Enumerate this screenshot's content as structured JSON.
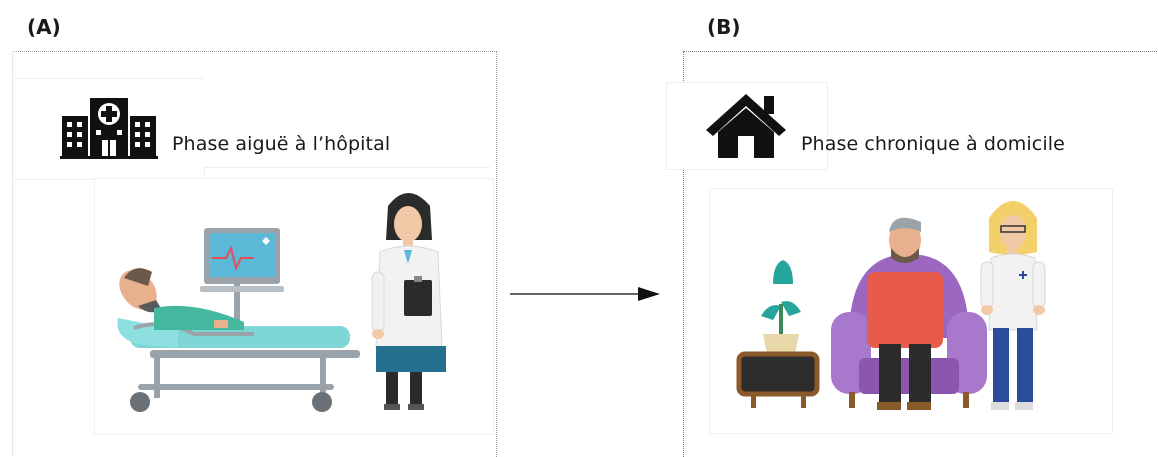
{
  "panels": {
    "a": {
      "letter": "(A)",
      "title": "Phase aiguë à l’hôpital",
      "icon": "hospital-icon"
    },
    "b": {
      "letter": "(B)",
      "title": "Phase chronique à domicile",
      "icon": "house-icon"
    }
  },
  "colors": {
    "icon": "#111111",
    "bed": "#7fd6d6",
    "monitor": "#5bb8d6",
    "coat": "#f2f2f2",
    "armchair": "#9b67c0",
    "shirt": "#e85a4a",
    "nurse_pants": "#2a4c9a",
    "plant": "#26a69a",
    "arrow": "#333333"
  }
}
